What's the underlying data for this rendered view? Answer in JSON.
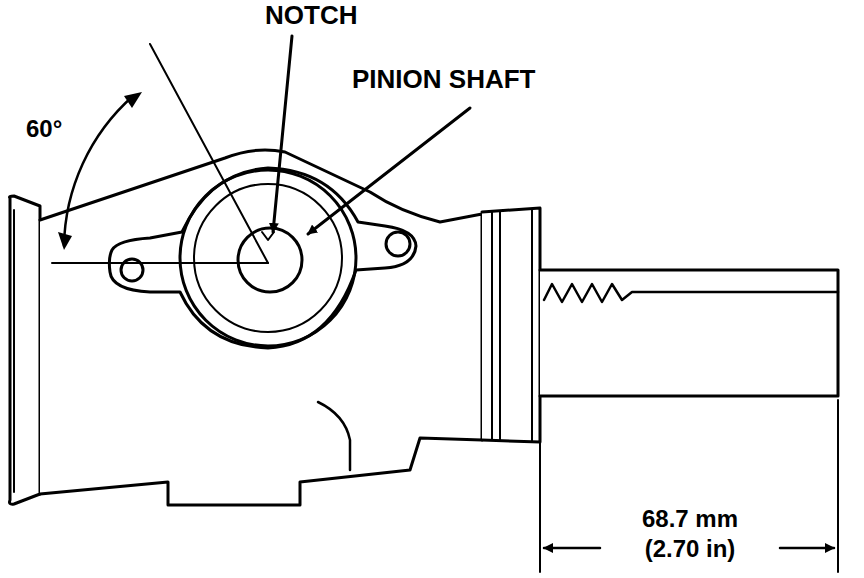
{
  "diagram": {
    "labels": [
      "NOTCH",
      "PINION SHAFT",
      "60°",
      "68.7 mm",
      "(2.70 in)"
    ]
  }
}
